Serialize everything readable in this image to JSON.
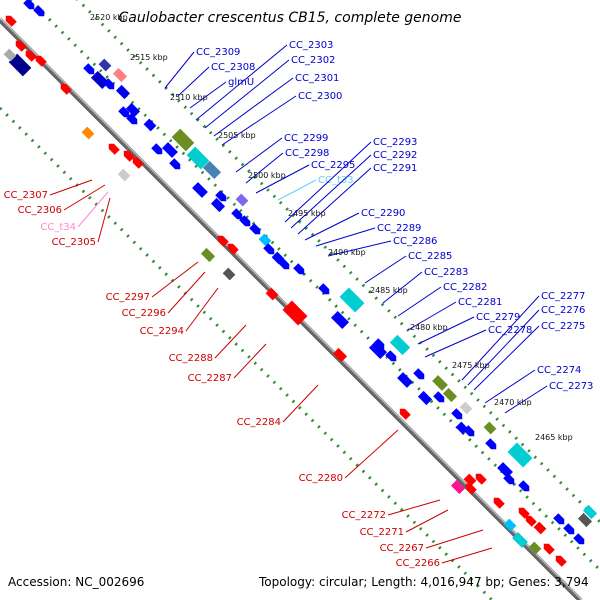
{
  "header": {
    "title": "Caulobacter crescentus CB15, complete genome"
  },
  "footer": {
    "accession": "Accession: NC_002696",
    "topology": "Topology: circular; Length: 4,016,947 bp; Genes: 3,794"
  },
  "colors": {
    "forward": "#0000ff",
    "reverse": "#ff0000",
    "trna_forward": "#66ccff",
    "trna_reverse": "#ff88cc",
    "backbone": "#666666",
    "guides": "#2e8b2e"
  },
  "scale_labels": [
    "2520 kbp",
    "2515 kbp",
    "2510 kbp",
    "2505 kbp",
    "2500 kbp",
    "2495 kbp",
    "2490 kbp",
    "2485 kbp",
    "2480 kbp",
    "2475 kbp",
    "2470 kbp",
    "2465 kbp"
  ],
  "forward_labels": [
    "CC_2309",
    "CC_2308",
    "glmU",
    "CC_2303",
    "CC_2302",
    "CC_2301",
    "CC_2300",
    "CC_2299",
    "CC_2298",
    "CC_2295",
    "CC_t33",
    "CC_2293",
    "CC_2292",
    "CC_2291",
    "CC_2290",
    "CC_2289",
    "CC_2286",
    "CC_2285",
    "CC_2283",
    "CC_2282",
    "CC_2281",
    "CC_2279",
    "CC_2278",
    "CC_2277",
    "CC_2276",
    "CC_2275",
    "CC_2274",
    "CC_2273"
  ],
  "reverse_labels": [
    "CC_2307",
    "CC_2306",
    "CC_t34",
    "CC_2305",
    "CC_2297",
    "CC_2296",
    "CC_2294",
    "CC_2288",
    "CC_2287",
    "CC_2284",
    "CC_2280",
    "CC_2272",
    "CC_2271",
    "CC_2267",
    "CC_2266"
  ]
}
